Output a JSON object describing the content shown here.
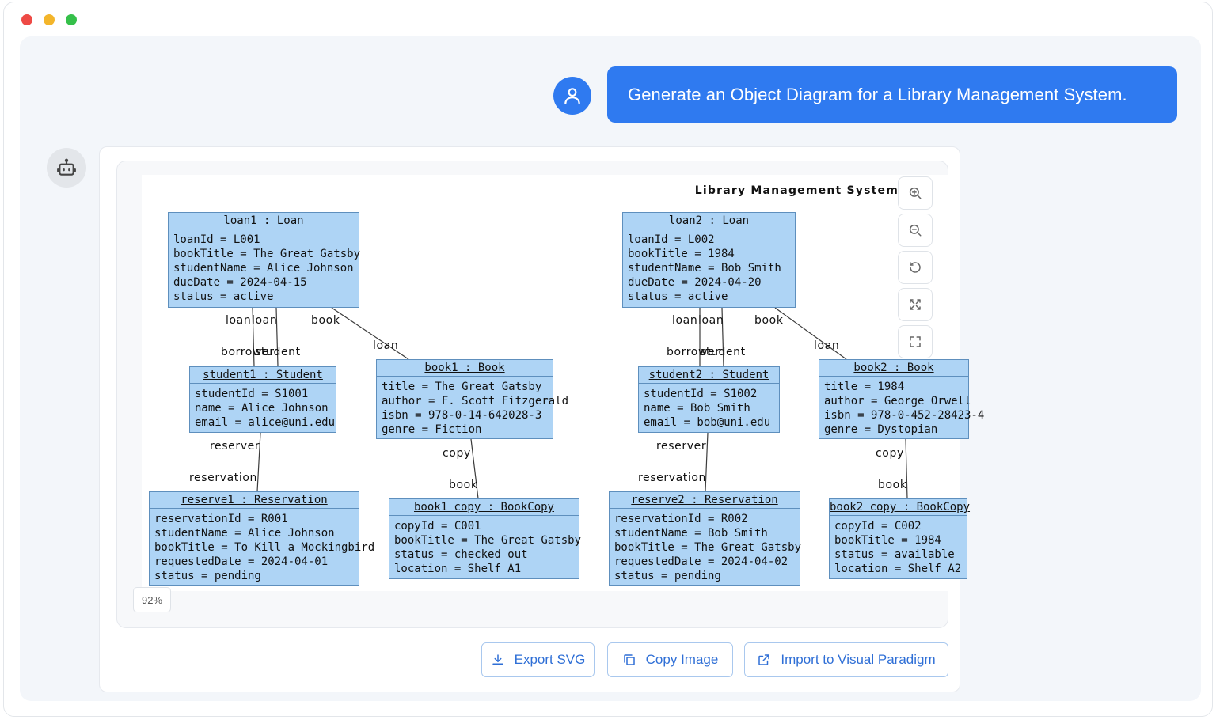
{
  "window": {
    "controls": [
      "close",
      "minimize",
      "maximize"
    ]
  },
  "user": {
    "avatar_icon": "user-icon",
    "message": "Generate an Object Diagram for a Library Management System."
  },
  "bot": {
    "avatar_icon": "robot-icon"
  },
  "diagram": {
    "title": "Library Management System",
    "zoom_level": "92%",
    "objects": {
      "loan1": {
        "header": "loan1 : Loan",
        "attrs": [
          "loanId = L001",
          "bookTitle = The Great Gatsby",
          "studentName = Alice Johnson",
          "dueDate = 2024-04-15",
          "status = active"
        ]
      },
      "student1": {
        "header": "student1 : Student",
        "attrs": [
          "studentId = S1001",
          "name = Alice Johnson",
          "email = alice@uni.edu"
        ]
      },
      "book1": {
        "header": "book1 : Book",
        "attrs": [
          "title = The Great Gatsby",
          "author = F. Scott Fitzgerald",
          "isbn = 978-0-14-642028-3",
          "genre = Fiction"
        ]
      },
      "reserve1": {
        "header": "reserve1 : Reservation",
        "attrs": [
          "reservationId = R001",
          "studentName = Alice Johnson",
          "bookTitle = To Kill a Mockingbird",
          "requestedDate = 2024-04-01",
          "status = pending"
        ]
      },
      "book1copy": {
        "header": "book1_copy : BookCopy",
        "attrs": [
          "copyId = C001",
          "bookTitle = The Great Gatsby",
          "status = checked out",
          "location = Shelf A1"
        ]
      },
      "loan2": {
        "header": "loan2 : Loan",
        "attrs": [
          "loanId = L002",
          "bookTitle = 1984",
          "studentName = Bob Smith",
          "dueDate = 2024-04-20",
          "status = active"
        ]
      },
      "student2": {
        "header": "student2 : Student",
        "attrs": [
          "studentId = S1002",
          "name = Bob Smith",
          "email = bob@uni.edu"
        ]
      },
      "book2": {
        "header": "book2 : Book",
        "attrs": [
          "title = 1984",
          "author = George Orwell",
          "isbn = 978-0-452-28423-4",
          "genre = Dystopian"
        ]
      },
      "reserve2": {
        "header": "reserve2 : Reservation",
        "attrs": [
          "reservationId = R002",
          "studentName = Bob Smith",
          "bookTitle = The Great Gatsby",
          "requestedDate = 2024-04-02",
          "status = pending"
        ]
      },
      "book2copy": {
        "header": "book2_copy : BookCopy",
        "attrs": [
          "copyId = C002",
          "bookTitle = 1984",
          "status = available",
          "location = Shelf A2"
        ]
      }
    },
    "roles": {
      "loan": "loan",
      "book": "book",
      "borrower": "borrower",
      "student": "student",
      "reserver": "reserver",
      "reservation": "reservation",
      "copy": "copy"
    },
    "tools": [
      {
        "name": "zoom-in",
        "icon": "zoom-in-icon"
      },
      {
        "name": "zoom-out",
        "icon": "zoom-out-icon"
      },
      {
        "name": "reset",
        "icon": "reset-icon"
      },
      {
        "name": "fit",
        "icon": "fit-screen-icon"
      },
      {
        "name": "fullscreen",
        "icon": "fullscreen-icon"
      }
    ]
  },
  "actions": {
    "export_svg": "Export SVG",
    "copy_image": "Copy Image",
    "import_vp": "Import to Visual Paradigm"
  },
  "colors": {
    "accent": "#2f7af0",
    "object_fill": "#aed4f5",
    "object_border": "#5e8fbd",
    "button_text": "#2f6fd6"
  }
}
